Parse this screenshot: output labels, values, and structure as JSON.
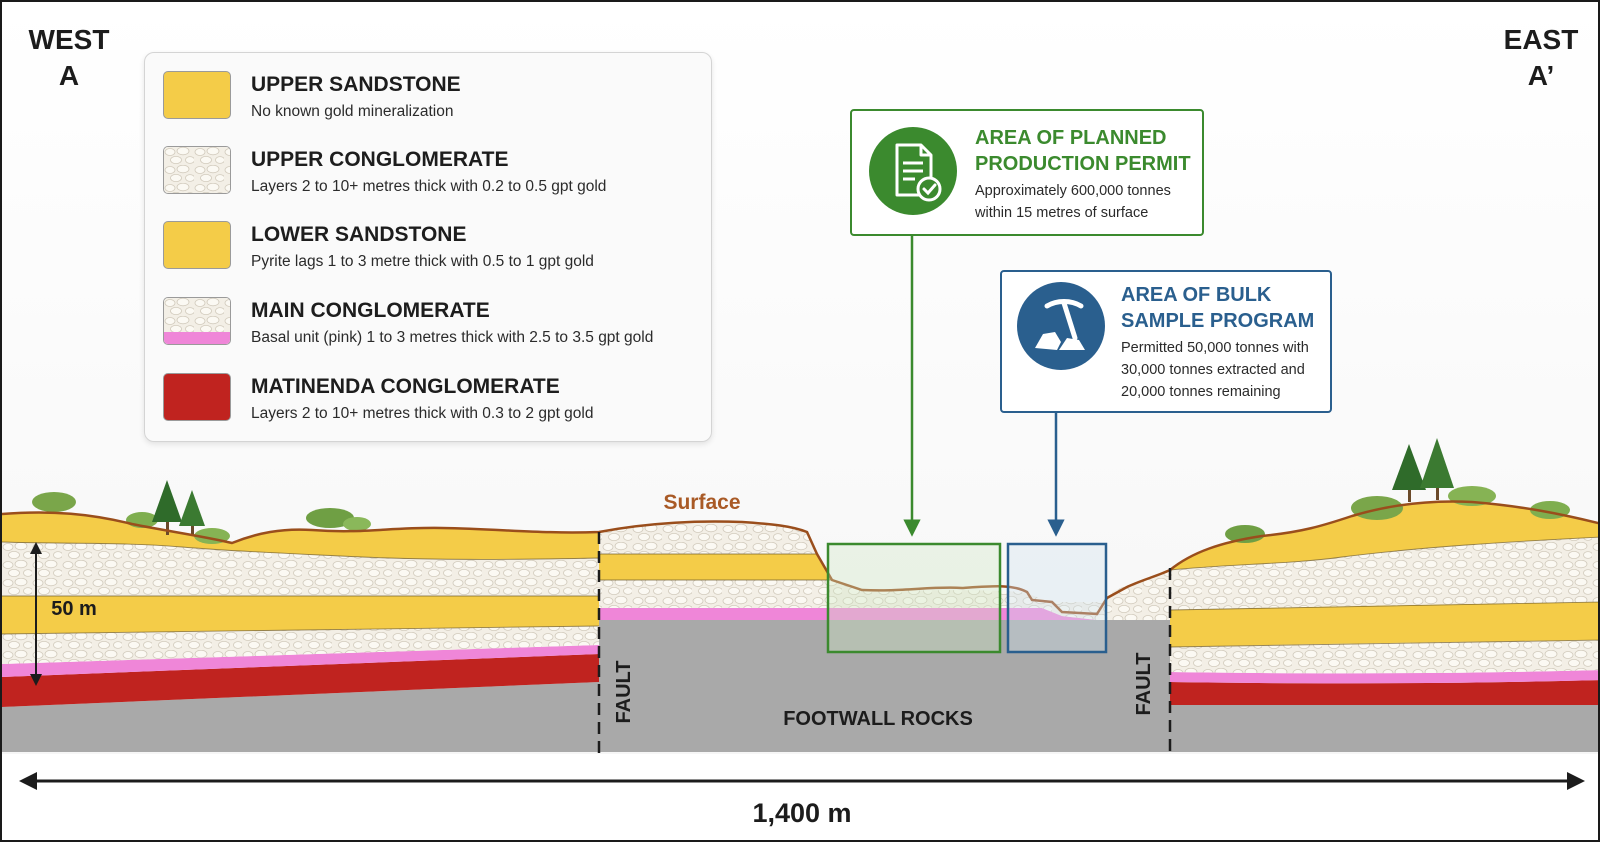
{
  "corners": {
    "west_line1": "WEST",
    "west_line2": "A",
    "east_line1": "EAST",
    "east_line2": "A’"
  },
  "legend": [
    {
      "title": "UPPER SANDSTONE",
      "desc": "No known gold mineralization",
      "swatch": "sandstone"
    },
    {
      "title": "UPPER CONGLOMERATE",
      "desc": "Layers 2 to 10+ metres thick with 0.2 to 0.5 gpt gold",
      "swatch": "conglomerate"
    },
    {
      "title": "LOWER SANDSTONE",
      "desc": "Pyrite lags 1 to 3 metre thick with 0.5 to 1 gpt gold",
      "swatch": "sandstone"
    },
    {
      "title": "MAIN CONGLOMERATE",
      "desc": "Basal unit (pink) 1 to 3 metres thick with 2.5 to 3.5 gpt gold",
      "swatch": "main"
    },
    {
      "title": "MATINENDA CONGLOMERATE",
      "desc": "Layers 2 to 10+ metres thick with 0.3 to 2 gpt gold",
      "swatch": "matinenda"
    }
  ],
  "permit": {
    "title_line1": "AREA OF PLANNED",
    "title_line2": "PRODUCTION PERMIT",
    "desc_line1": "Approximately 600,000 tonnes",
    "desc_line2": "within 15 metres of surface",
    "icon": "document-check-icon"
  },
  "bulk": {
    "title_line1": "AREA OF BULK",
    "title_line2": "SAMPLE PROGRAM",
    "desc_line1": "Permitted 50,000 tonnes with",
    "desc_line2": "30,000 tonnes extracted and",
    "desc_line3": "20,000 tonnes remaining",
    "icon": "pickaxe-rocks-icon"
  },
  "section": {
    "surface_label": "Surface",
    "depth_label": "50 m",
    "fault_left": "FAULT",
    "fault_right": "FAULT",
    "footwall_label": "FOOTWALL ROCKS",
    "width_label": "1,400 m"
  },
  "colors": {
    "sandstone": "#f4cc48",
    "conglomerate": "#f2eee5",
    "pink": "#ef86d8",
    "matinenda": "#c0231f",
    "footwall": "#a9a9a9",
    "surface": "#9a4e1c",
    "permit": "#3b8a2e",
    "bulk": "#2a5f8e"
  }
}
